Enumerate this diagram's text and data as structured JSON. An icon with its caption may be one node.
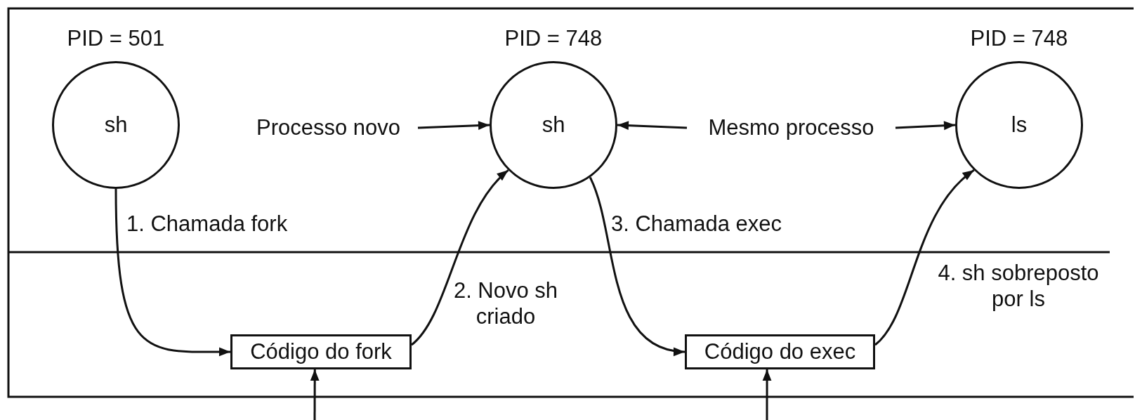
{
  "diagram": {
    "nodes": [
      {
        "text": [
          "sh"
        ],
        "beside": [
          "PID = 501"
        ]
      },
      {
        "text": [
          "sh"
        ],
        "beside": [
          "PID = 748"
        ]
      },
      {
        "text": [
          "ls"
        ],
        "beside": [
          "PID = 748"
        ]
      },
      {
        "text": [
          "Processo novo"
        ]
      },
      {
        "text": [
          "Mesmo processo"
        ]
      },
      {
        "text": [
          "Código do fork"
        ]
      },
      {
        "text": [
          "Código do exec"
        ]
      }
    ],
    "edges": [
      {
        "from": 3,
        "to": 1,
        "arrow": "to"
      },
      {
        "from": 4,
        "to": 1,
        "arrow": "to"
      },
      {
        "from": 4,
        "to": 2,
        "arrow": "to"
      },
      {
        "from": 0,
        "to": 5,
        "arrow": "to",
        "label": "1. Chamada fork"
      },
      {
        "from": 5,
        "to": 1,
        "arrow": "to",
        "label": "2. Novo sh criado"
      },
      {
        "from": 1,
        "to": 6,
        "arrow": "to",
        "label": "3. Chamada exec"
      },
      {
        "from": 6,
        "to": 2,
        "arrow": "to",
        "label": "4. sh sobreposto por ls"
      },
      {
        "from": null,
        "to": 5,
        "arrow": "to"
      },
      {
        "from": null,
        "to": 6,
        "arrow": "to"
      }
    ]
  }
}
